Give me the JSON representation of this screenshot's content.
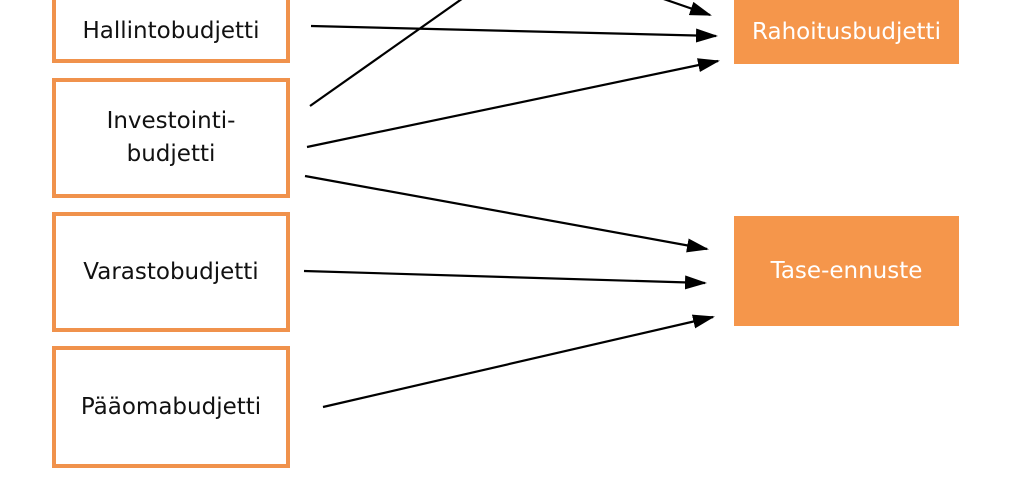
{
  "diagram": {
    "sources": [
      {
        "id": "hallinto",
        "label": "Hallintobudjetti"
      },
      {
        "id": "investointi",
        "label": "Investointi-\nbudjetti"
      },
      {
        "id": "varasto",
        "label": "Varastobudjetti"
      },
      {
        "id": "paaoma",
        "label": "Pääomabudjetti"
      }
    ],
    "targets": [
      {
        "id": "rahoitus",
        "label": "Rahoitusbudjetti"
      },
      {
        "id": "tase",
        "label": "Tase-ennuste"
      }
    ],
    "edges": [
      {
        "from": "hallinto",
        "to": "rahoitus"
      },
      {
        "from": "investointi",
        "to": "rahoitus"
      },
      {
        "from": "investointi",
        "to": "tase"
      },
      {
        "from": "varasto",
        "to": "tase"
      },
      {
        "from": "paaoma",
        "to": "tase"
      }
    ],
    "colors": {
      "source_border": "#f0924c",
      "target_fill": "#f5964b",
      "arrow": "#000000"
    }
  }
}
